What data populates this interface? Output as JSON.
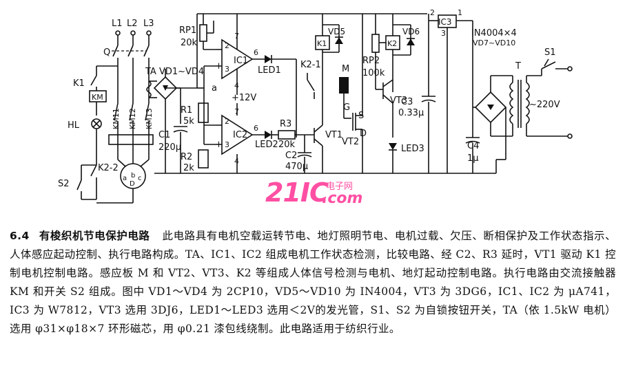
{
  "labels": {
    "l1": "L1",
    "l2": "L2",
    "l3": "L3",
    "q": "Q",
    "k1": "K1",
    "km": "KM",
    "hl": "HL",
    "km11": "KM11",
    "km12": "KM12",
    "km13": "KM13",
    "k22": "K2-2",
    "s2": "S2",
    "motor_a": "a",
    "motor_b": "b",
    "motor_c": "c",
    "motor_d": "D",
    "ta_vd": "TA VD1~VD4",
    "rp1": "RP1",
    "rp1_val": "20k",
    "ic1": "IC1",
    "ic2": "IC2",
    "pin7a": "7",
    "pin6a": "6",
    "pin4a": "4",
    "pin2a": "2",
    "pin3a": "3",
    "pin7b": "7",
    "pin6b": "6",
    "pin4b": "4",
    "pin2b": "2",
    "pin3b": "3",
    "minus_a": "−",
    "plus_a": "+",
    "minus_b": "−",
    "plus_b": "+",
    "node_a": "a",
    "plus12v": "+12V",
    "r1": "R1",
    "r1_val": "5k",
    "r2": "R2",
    "r2_val": "2k",
    "c1": "C1",
    "c1_val": "220μ",
    "led1": "LED1",
    "led2": "LED2",
    "r3": "R3",
    "r3_val": "20k",
    "c2": "C2",
    "c2_val": "470μ",
    "k21": "K2-1",
    "k1_coil": "K1",
    "vd5": "VD5",
    "m": "M",
    "g": "G",
    "s": "S",
    "d": "D",
    "vt1": "VT1",
    "vt2": "VT2",
    "vt3": "VT3",
    "rp2": "RP2",
    "rp2_val": "100k",
    "k2_coil": "K2",
    "vd6": "VD6",
    "c3": "C3",
    "c3_val": "0.33μ",
    "led3": "LED3",
    "ic3": "IC3",
    "ic3_p1": "1",
    "ic3_p2": "2",
    "ic3_p3": "3",
    "c4": "C4",
    "c4_val": "1μ",
    "diodes": "IN4004×4",
    "diodes_ref": "VD7~VD10",
    "t": "T",
    "s1": "S1",
    "v220": "~220V"
  },
  "watermark": {
    "main": "21IC",
    "cn": "电子网",
    "com": ".com"
  },
  "caption": {
    "number": "6.4",
    "title": "有梭织机节电保护电路",
    "body": "此电路具有电机空载运转节电、地灯照明节电、电机过载、欠压、断相保护及工作状态指示、人体感应起动控制、执行电路构成。TA、IC1、IC2 组成电机工作状态检测，比较电路、经 C2、R3 延时，VT1 驱动 K1 控制电机控制电路。感应板 M 和 VT2、VT3、K2 等组成人体信号检测与电机、地灯起动控制电路。执行电路由交流接触器 KM 和开关 S2 组成。图中 VD1～VD4 为 2CP10，VD5～VD10 为 IN4004，VT3 为 3DG6，IC1、IC2 为 μA741，IC3 为 W7812，VT3 选用 3DJ6，LED1～LED3 选用＜2V的发光管，S1、S2 为自锁按钮开关，TA（依 1.5kW 电机）选用 φ31×φ18×7 环形磁芯，用 φ0.21 漆包线绕制。此电路适用于纺织行业。"
  }
}
